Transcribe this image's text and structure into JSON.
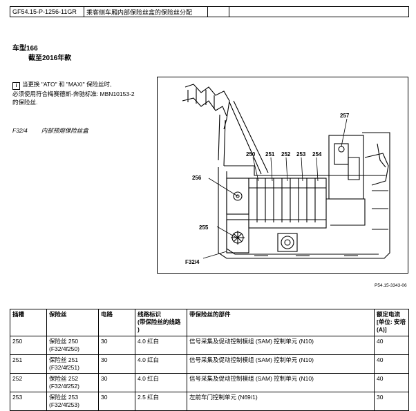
{
  "header": {
    "code": "GF54.15-P-1256-11GR",
    "title": "乘客侧车厢内部保险丝盒的保险丝分配"
  },
  "model": {
    "line1": "车型166",
    "line2": "截至2016年款"
  },
  "note": {
    "icon": "info-icon",
    "line1": "当更换 \"ATO\" 和 \"MAXI\" 保险丝时,",
    "line2": "必须使用符合梅赛德斯-奔驰标准: MBN10153-2",
    "line3": "的保险丝."
  },
  "fuse_box": {
    "id": "F32/4",
    "desc": "内部预熔保险丝盒"
  },
  "diagram": {
    "labels": {
      "l250": "250",
      "l251": "251",
      "l252": "252",
      "l253": "253",
      "l254": "254",
      "l255": "255",
      "l256": "256",
      "l257": "257",
      "f324": "F32/4"
    },
    "figure_id": "P54.15-3343-06"
  },
  "table": {
    "headers": {
      "slot": "插槽",
      "fuse": "保险丝",
      "circuit": "电路",
      "wire_a": "线路标识",
      "wire_b": "(带保险丝的线路",
      "wire_c": ")",
      "component": "带保险丝的部件",
      "rated_a": "额定电流",
      "rated_b": "[单位: 安培",
      "rated_c": "(A)]"
    },
    "rows": [
      {
        "slot": "250",
        "fuse": "保险丝 250",
        "fuse_code": "(F32/4f250)",
        "circuit": "30",
        "wire": "4.0 红白",
        "component": "信号采集及促动控制模组 (SAM) 控制单元 (N10)",
        "rated": "40"
      },
      {
        "slot": "251",
        "fuse": "保险丝 251",
        "fuse_code": "(F32/4f251)",
        "circuit": "30",
        "wire": "4.0 红白",
        "component": "信号采集及促动控制模组 (SAM) 控制单元 (N10)",
        "rated": "40"
      },
      {
        "slot": "252",
        "fuse": "保险丝 252",
        "fuse_code": "(F32/4f252)",
        "circuit": "30",
        "wire": "4.0 红白",
        "component": "信号采集及促动控制模组 (SAM) 控制单元 (N10)",
        "rated": "40"
      },
      {
        "slot": "253",
        "fuse": "保险丝 253",
        "fuse_code": "(F32/4f253)",
        "circuit": "30",
        "wire": "2.5 红白",
        "component": "左前车门控制单元 (N69/1)",
        "rated": "30"
      }
    ]
  }
}
